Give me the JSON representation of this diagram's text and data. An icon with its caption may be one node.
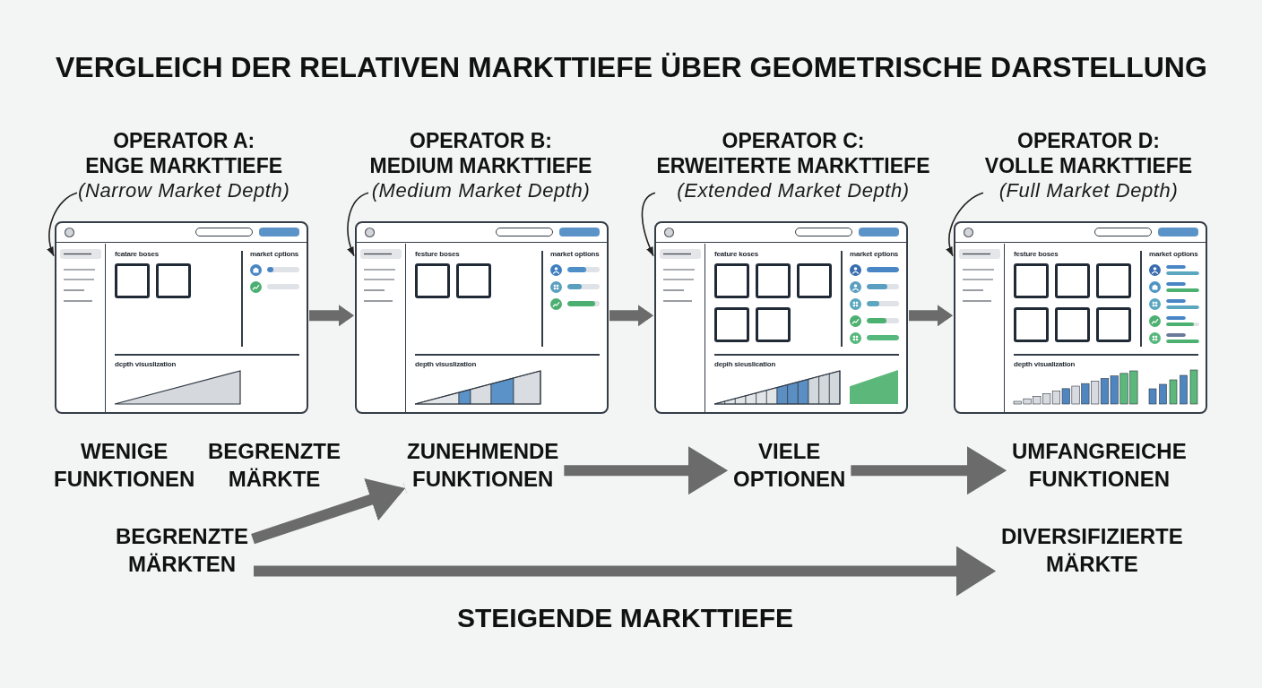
{
  "diagram": {
    "title": "VERGLEICH DER RELATIVEN MARKTTIEFE ÜBER GEOMETRISCHE DARSTELLUNG",
    "nodes": [
      {
        "text": [
          "OPERATOR A: ENGE MARKTTIEFE",
          "(Narrow Market Depth)"
        ]
      },
      {
        "text": [
          "OPERATOR B: MEDIUM MARKTTIEFE",
          "(Medium Market Depth)"
        ]
      },
      {
        "text": [
          "OPERATOR C: ERWEITERTE MARKTTIEFE",
          "(Extended Market Depth)"
        ]
      },
      {
        "text": [
          "OPERATOR D: VOLLE MARKTTIEFE",
          "(Full Market Depth)"
        ]
      },
      {
        "text": [
          "fcatare boses",
          "market cptions",
          "dcpth visuslization"
        ]
      },
      {
        "text": [
          "festure boses",
          "market options",
          "depth visuslization"
        ]
      },
      {
        "text": [
          "feature koses",
          "market eptions",
          "depih sieuslication"
        ]
      },
      {
        "text": [
          "festure boses",
          "market options",
          "depth visualization"
        ]
      },
      {
        "text": [
          "ZUNEHMENDE FUNKTIONEN"
        ]
      },
      {
        "text": [
          "VIELE OPTIONEN"
        ]
      },
      {
        "text": [
          "UMFANGREICHE FUNKTIONEN"
        ]
      },
      {
        "text": [
          "BEGRENZTE MÄRKTEN"
        ]
      },
      {
        "text": [
          "DIVERSIFIZIERTE MÄRKTE"
        ]
      }
    ],
    "edges": [
      {
        "from": 0,
        "to": 4,
        "arrow": "to",
        "color": "#222222"
      },
      {
        "from": 1,
        "to": 5,
        "arrow": "to",
        "color": "#222222"
      },
      {
        "from": 2,
        "to": 6,
        "arrow": "to",
        "color": "#222222"
      },
      {
        "from": 3,
        "to": 7,
        "arrow": "to",
        "color": "#222222"
      },
      {
        "from": 4,
        "to": 5,
        "arrow": "to"
      },
      {
        "from": 5,
        "to": 6,
        "arrow": "to"
      },
      {
        "from": 6,
        "to": 7,
        "arrow": "to"
      },
      {
        "from": 11,
        "to": 8,
        "arrow": "to"
      },
      {
        "from": 8,
        "to": 9,
        "arrow": "to"
      },
      {
        "from": 9,
        "to": 10,
        "arrow": "to"
      },
      {
        "from": 11,
        "to": 12,
        "arrow": "to",
        "label": "STEIGENDE MARKTTIEFE"
      }
    ],
    "labels": [
      "WENIGE FUNKTIONEN",
      "BEGRENZTE MÄRKTE"
    ]
  }
}
